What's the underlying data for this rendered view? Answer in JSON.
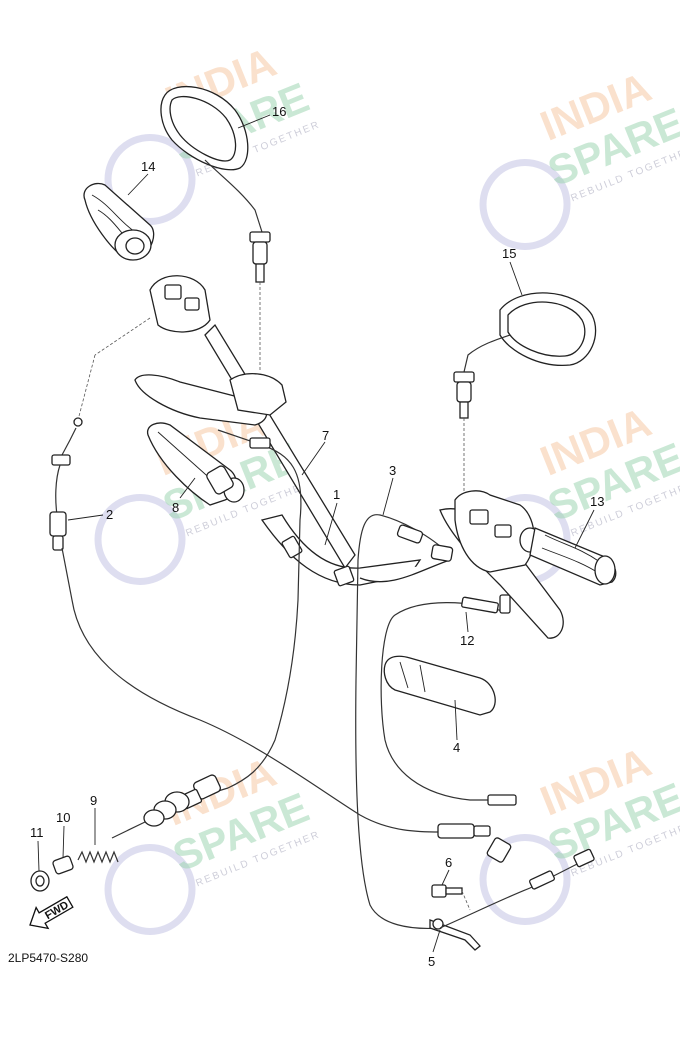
{
  "diagram": {
    "drawing_code": "2LP5470-S280",
    "fwd_label": "FWD",
    "watermark": {
      "line1": "INDIA",
      "line2": "SPARE",
      "tagline": "REBUILD TOGETHER"
    },
    "callouts": [
      "1",
      "2",
      "3",
      "4",
      "5",
      "6",
      "7",
      "8",
      "9",
      "10",
      "11",
      "12",
      "13",
      "14",
      "15",
      "16"
    ]
  }
}
